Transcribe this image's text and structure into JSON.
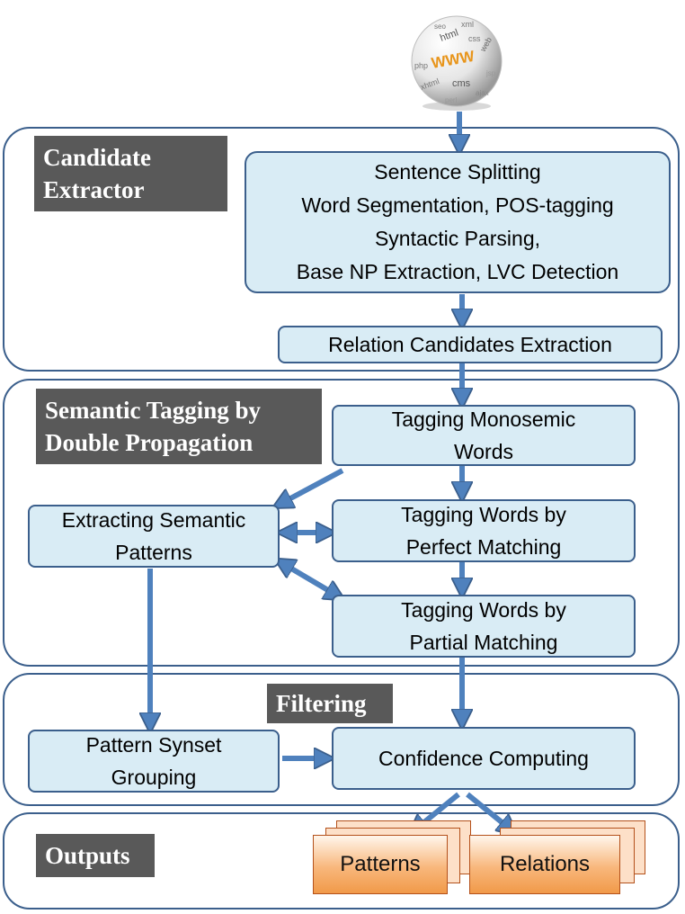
{
  "globe": {
    "center_label": "WWW",
    "words": [
      "html",
      "seo",
      "xml",
      "css",
      "web",
      "php",
      "cms",
      "xhtml",
      "ajax",
      "jsp",
      "perl"
    ]
  },
  "sections": {
    "candidate_extractor": {
      "heading": "Candidate\nExtractor",
      "preprocessing": "Sentence Splitting\nWord Segmentation, POS-tagging\nSyntactic Parsing,\nBase NP Extraction, LVC Detection",
      "relation_candidates": "Relation Candidates Extraction"
    },
    "semantic_tagging": {
      "heading": "Semantic Tagging by\nDouble Propagation",
      "monosemic": "Tagging Monosemic\nWords",
      "extract_patterns": "Extracting Semantic\nPatterns",
      "perfect_matching": "Tagging Words by\nPerfect Matching",
      "partial_matching": "Tagging Words by\nPartial Matching"
    },
    "filtering": {
      "heading": "Filtering",
      "synset_grouping": "Pattern Synset\nGrouping",
      "confidence": "Confidence Computing"
    },
    "outputs": {
      "heading": "Outputs",
      "patterns": "Patterns",
      "relations": "Relations"
    }
  },
  "colors": {
    "arrow": "#4f81bd",
    "border": "#3b5f8c",
    "box_fill": "#d9ecf5",
    "heading_fill": "#595959",
    "output_fill": "#f6a45a"
  }
}
